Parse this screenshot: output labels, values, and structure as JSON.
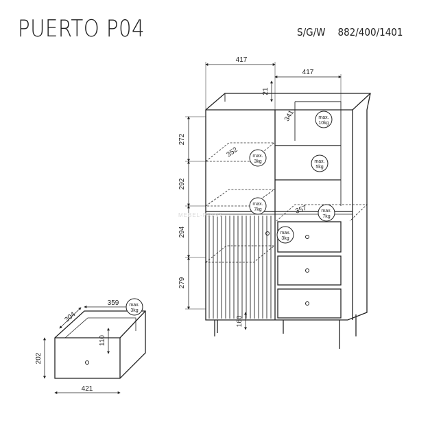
{
  "header": {
    "title": "PUERTO P04",
    "finish": "S/G/W",
    "dimensions": "882/400/1401"
  },
  "dimensions": {
    "width_left": "417",
    "width_right": "417",
    "top_panel": "21",
    "depth_right_top": "341",
    "h_272": "272",
    "h_292": "292",
    "h_294": "294",
    "h_279": "279",
    "shelf_depth_left": "352",
    "shelf_depth_right": "357",
    "leg_height": "160",
    "drawer_depth": "304",
    "drawer_inner_width": "359",
    "drawer_inner_height": "110",
    "drawer_height": "202",
    "drawer_width": "421"
  },
  "load_badges": [
    {
      "line1": "max.",
      "line2": "10kg"
    },
    {
      "line1": "max.",
      "line2": "3kg"
    },
    {
      "line1": "max.",
      "line2": "5kg"
    },
    {
      "line1": "max.",
      "line2": "7kg"
    },
    {
      "line1": "max.",
      "line2": "7kg"
    },
    {
      "line1": "max.",
      "line2": "3kg"
    },
    {
      "line1": "max.",
      "line2": "3kg"
    }
  ],
  "watermark": "MEBEL-PRINT"
}
